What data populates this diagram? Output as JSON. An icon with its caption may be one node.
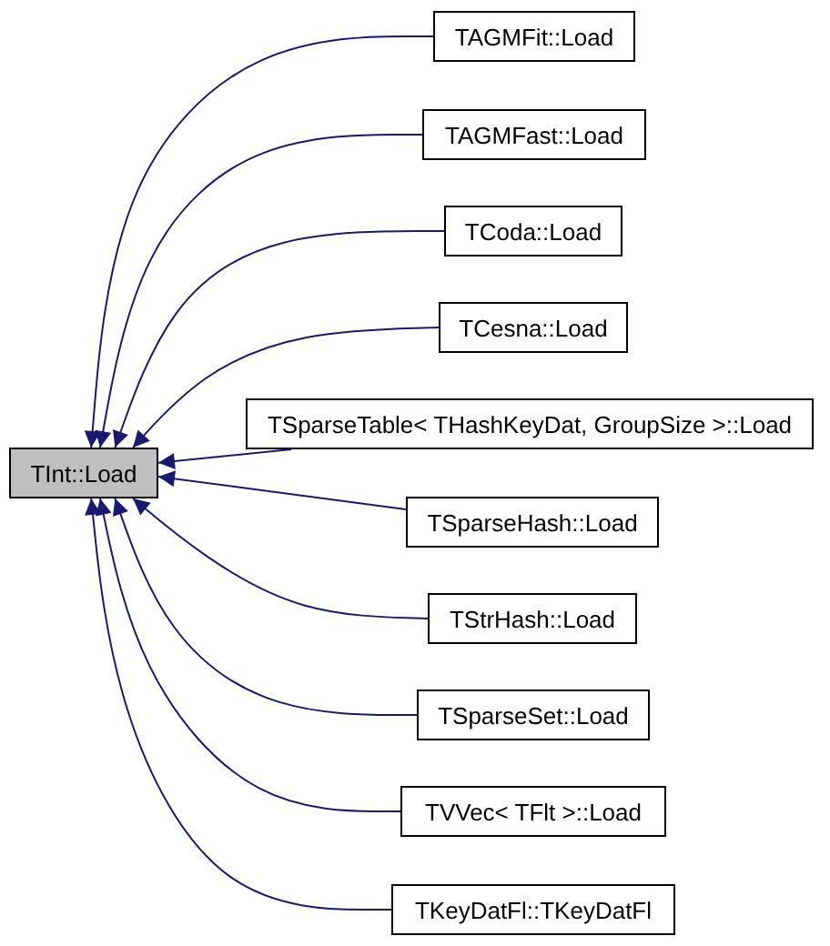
{
  "diagram": {
    "nodes": [
      {
        "text": [
          "TInt::Load"
        ]
      },
      {
        "text": [
          "TAGMFit::Load"
        ]
      },
      {
        "text": [
          "TAGMFast::Load"
        ]
      },
      {
        "text": [
          "TCoda::Load"
        ]
      },
      {
        "text": [
          "TCesna::Load"
        ]
      },
      {
        "text": [
          "TSparseTable< THashKeyDat, GroupSize >::Load"
        ]
      },
      {
        "text": [
          "TSparseHash::Load"
        ]
      },
      {
        "text": [
          "TStrHash::Load"
        ]
      },
      {
        "text": [
          "TSparseSet::Load"
        ]
      },
      {
        "text": [
          "TVVec< TFlt >::Load"
        ]
      },
      {
        "text": [
          "TKeyDatFl::TKeyDatFl"
        ]
      }
    ],
    "edges": [
      {
        "from": 1,
        "to": 0,
        "arrow": "to"
      },
      {
        "from": 2,
        "to": 0,
        "arrow": "to"
      },
      {
        "from": 3,
        "to": 0,
        "arrow": "to"
      },
      {
        "from": 4,
        "to": 0,
        "arrow": "to"
      },
      {
        "from": 5,
        "to": 0,
        "arrow": "to"
      },
      {
        "from": 6,
        "to": 0,
        "arrow": "to"
      },
      {
        "from": 7,
        "to": 0,
        "arrow": "to"
      },
      {
        "from": 8,
        "to": 0,
        "arrow": "to"
      },
      {
        "from": 9,
        "to": 0,
        "arrow": "to"
      },
      {
        "from": 10,
        "to": 0,
        "arrow": "to"
      }
    ]
  }
}
